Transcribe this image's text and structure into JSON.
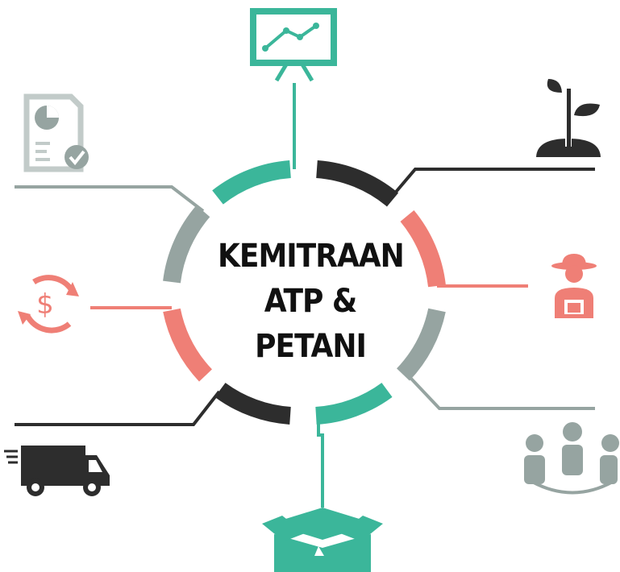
{
  "center": {
    "line1": "KEMITRAAN",
    "line2": "ATP &",
    "line3": "PETANI"
  },
  "colors": {
    "teal": "#3bb69a",
    "dark": "#2d2d2d",
    "salmon": "#ef7f76",
    "gray": "#96a4a1",
    "light_gray": "#c2cbc9"
  },
  "segments": [
    {
      "name": "top-left",
      "color": "teal",
      "icon": "presentation-chart-icon"
    },
    {
      "name": "top-right",
      "color": "dark",
      "icon": "seedling-icon"
    },
    {
      "name": "right-upper",
      "color": "salmon",
      "icon": "farmer-icon"
    },
    {
      "name": "right-lower",
      "color": "gray",
      "icon": "group-people-icon"
    },
    {
      "name": "bottom-right",
      "color": "teal",
      "icon": "open-box-icon"
    },
    {
      "name": "bottom-left",
      "color": "dark",
      "icon": "delivery-truck-icon"
    },
    {
      "name": "left-lower",
      "color": "salmon",
      "icon": "dollar-cycle-icon"
    },
    {
      "name": "left-upper",
      "color": "gray",
      "icon": "checklist-document-icon"
    }
  ]
}
